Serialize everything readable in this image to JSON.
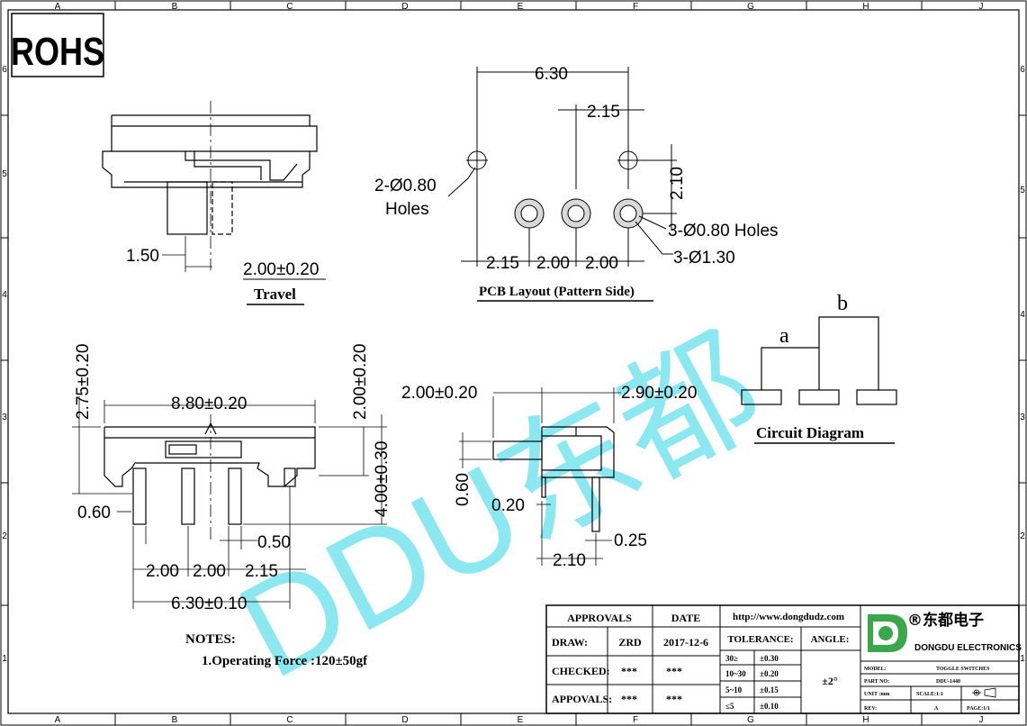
{
  "rohs": "ROHS",
  "border": {
    "cols": [
      "A",
      "B",
      "C",
      "D",
      "E",
      "F",
      "G",
      "H",
      "J"
    ],
    "rows": [
      "6",
      "5",
      "4",
      "3",
      "2",
      "1"
    ]
  },
  "watermark": "DDU东都",
  "top_view": {
    "dim_a": "1.50",
    "dim_b": "2.00±0.20",
    "label": "Travel"
  },
  "pcb": {
    "dim_top": "6.30",
    "dim_mid": "2.15",
    "dim_vert": "2.10",
    "holes_left_1": "2-Ø0.80",
    "holes_left_2": "Holes",
    "holes_right_1": "3-Ø0.80  Holes",
    "holes_right_2": "3-Ø1.30",
    "bottom_dims": [
      "2.15",
      "2.00",
      "2.00"
    ],
    "title": "PCB Layout (Pattern Side)"
  },
  "circuit": {
    "label_a": "a",
    "label_b": "b",
    "title": "Circuit Diagram"
  },
  "front": {
    "h1": "2.75±0.20",
    "w1": "8.80±0.20",
    "h2": "2.00±0.20",
    "h3": "4.00±0.30",
    "pin_w": "0.60",
    "pin_gap": "0.50",
    "pitches": [
      "2.00",
      "2.00",
      "2.15"
    ],
    "total": "6.30±0.10"
  },
  "side": {
    "w_a": "2.00±0.20",
    "w_b": "2.90±0.20",
    "t1": "0.60",
    "t2": "0.20",
    "t3": "0.25",
    "t4": "2.10"
  },
  "notes": {
    "title": "NOTES:",
    "item": "1.Operating Force :120±50gf"
  },
  "title_block": {
    "approvals": "APPROVALS",
    "date": "DATE",
    "url": "http://www.dongdudz.com",
    "draw_label": "DRAW:",
    "draw_by": "ZRD",
    "draw_date": "2017-12-6",
    "checked_label": "CHECKED:",
    "checked_by": "***",
    "checked_date": "***",
    "appvals_label": "APPOVALS:",
    "appvals_by": "***",
    "appvals_date": "***",
    "tolerance": "TOLERANCE:",
    "angle": "ANGLE:",
    "tol_rows": [
      [
        "30≥",
        "±0.30"
      ],
      [
        "10~30",
        "±0.20"
      ],
      [
        "5~10",
        "±0.15"
      ],
      [
        "≤5",
        "±0.10"
      ]
    ],
    "angle_value": "±2°",
    "company_cn": "®东都电子",
    "company_en": "DONGDU ELECTRONICS",
    "model_label": "MODEL:",
    "model_value": "TOGGLE SWITCHES",
    "part_label": "PART NO:",
    "part_value": "DDU-1440",
    "unit_label": "UNIT :mm",
    "scale_label": "SCALE:1:1",
    "rev_label": "REV:",
    "rev_value": "A",
    "page_label": "PAGE:1/1"
  },
  "colors": {
    "watermark": "#7fe6ef",
    "logo_green": "#3aa84a",
    "line": "#000000"
  }
}
